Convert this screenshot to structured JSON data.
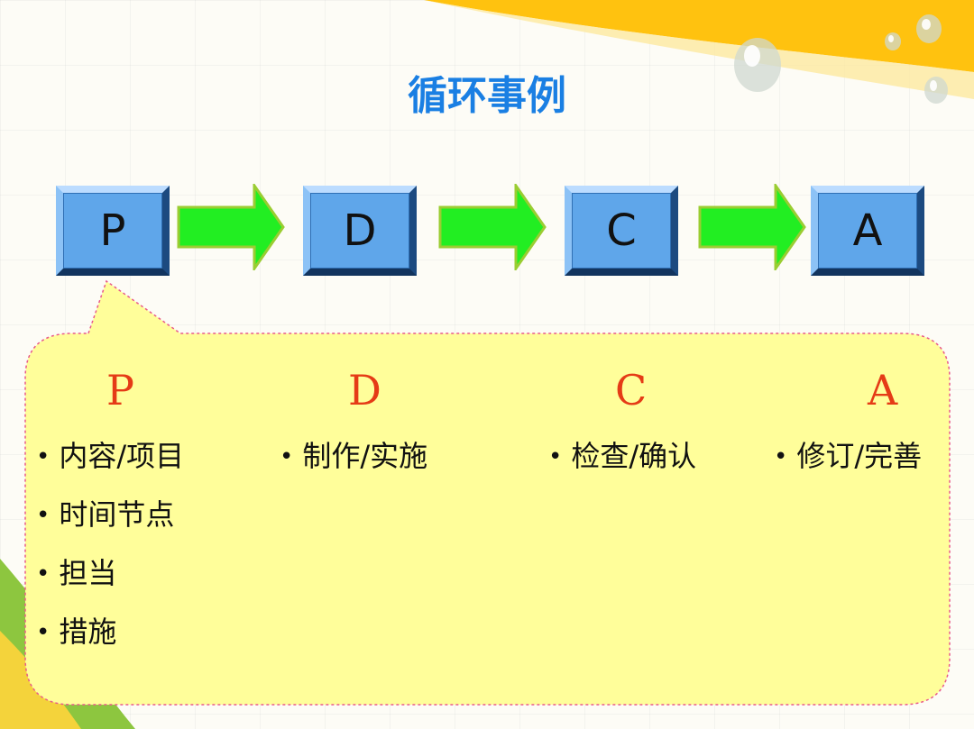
{
  "title": "循环事例",
  "cycle_steps": [
    {
      "label": "P"
    },
    {
      "label": "D"
    },
    {
      "label": "C"
    },
    {
      "label": "A"
    }
  ],
  "columns": [
    {
      "heading": "P",
      "items": [
        "内容/项目",
        "时间节点",
        "担当",
        "措施"
      ]
    },
    {
      "heading": "D",
      "items": [
        "制作/实施"
      ]
    },
    {
      "heading": "C",
      "items": [
        "检查/确认"
      ]
    },
    {
      "heading": "A",
      "items": [
        "修订/完善"
      ]
    }
  ],
  "colors": {
    "title": "#1a7fe3",
    "step_box": "#5fa6ea",
    "arrow": "#22ee22",
    "arrow_outline": "#9acd32",
    "bubble_fill": "#fffe9a",
    "bubble_outline": "#e85a8a",
    "column_heading": "#e53b16",
    "top_band_yellow": "#ffc20f",
    "corner_green": "#8dc63f"
  }
}
